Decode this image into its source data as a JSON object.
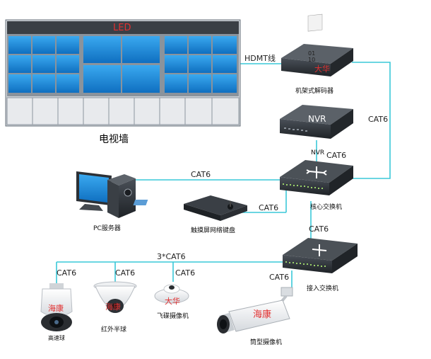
{
  "video_wall": {
    "led_text": "LED",
    "label": "电视墙"
  },
  "links": {
    "hdmi": "HDMT线",
    "cat_decoder": "CAT6",
    "cat_nvr": "CAT6",
    "cat_pc": "CAT6",
    "cat_keyboard": "CAT6",
    "cat_access": "CAT6",
    "cat_bus": "3*CAT6",
    "cat_dome": "CAT6",
    "cat_infrared": "CAT6",
    "cat_ufo": "CAT6",
    "cat_bullet": "CAT6"
  },
  "devices": {
    "decoder": {
      "label": "机架式解码器",
      "brand": "大华",
      "icon_text": "01\n10"
    },
    "nvr": {
      "label": "NVR",
      "screen_text": "NVR"
    },
    "core_switch": {
      "label": "核心交换机"
    },
    "pc": {
      "label": "PC服务器"
    },
    "keyboard": {
      "label": "触摸屏网络键盘"
    },
    "access_switch": {
      "label": "接入交换机"
    },
    "speed_dome": {
      "label": "高速球",
      "brand": "海康"
    },
    "infrared_dome": {
      "label": "红外半球",
      "brand": "海康"
    },
    "ufo_camera": {
      "label": "飞碟摄像机",
      "brand": "大华"
    },
    "bullet_camera": {
      "label": "筒型摄像机",
      "brand": "海康"
    }
  },
  "colors": {
    "cable": "#3ac8d8",
    "screen": "#1e8fe0",
    "screen_dark": "#0a5fa8",
    "frame": "#5a6470",
    "device": "#2f3338",
    "brand_red": "#e23030"
  }
}
